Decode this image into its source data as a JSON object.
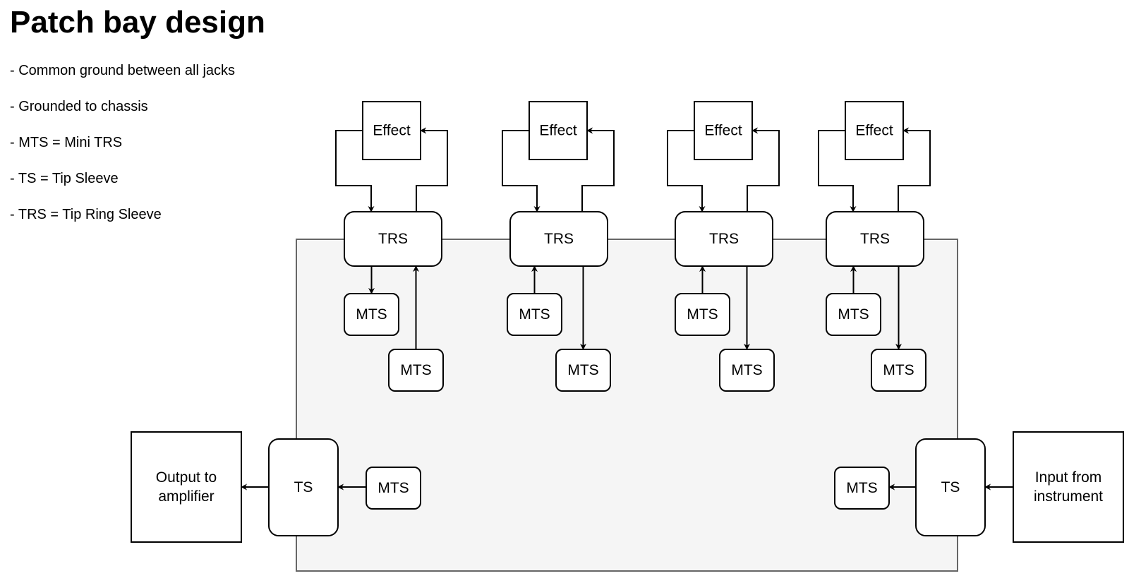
{
  "title": "Patch bay design",
  "notes": [
    "- Common ground between all jacks",
    "- Grounded to chassis",
    "- MTS = Mini TRS",
    "- TS = Tip Sleeve",
    "- TRS = Tip Ring Sleeve"
  ],
  "colors": {
    "stroke": "#000000",
    "chassis_fill": "#f5f5f5",
    "chassis_stroke": "#666666"
  },
  "diagram": {
    "trs_label": "TRS",
    "mts_label": "MTS",
    "effect_label": "Effect",
    "ts_label": "TS",
    "output": [
      "Output to",
      "amplifier"
    ],
    "input": [
      "Input from",
      "instrument"
    ]
  }
}
